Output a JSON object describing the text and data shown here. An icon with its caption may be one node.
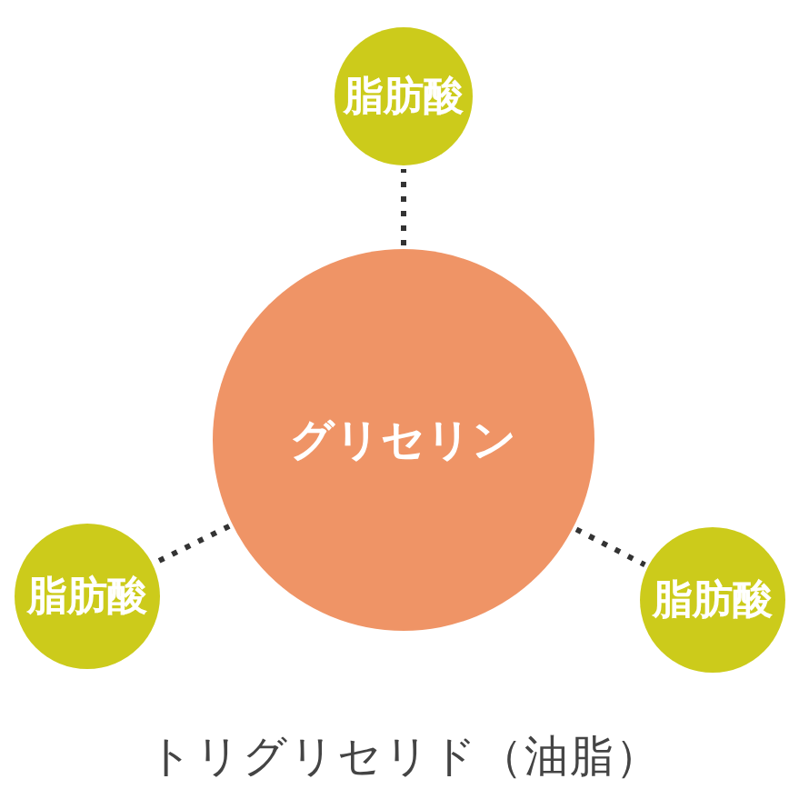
{
  "diagram": {
    "caption": "トリグリセリド（油脂）",
    "nodes": [
      {
        "text": [
          "グリセリン"
        ]
      },
      {
        "text": [
          "脂肪酸"
        ]
      },
      {
        "text": [
          "脂肪酸"
        ]
      },
      {
        "text": [
          "脂肪酸"
        ]
      }
    ],
    "edges": [
      {
        "from": 0,
        "to": 1,
        "arrow": "none",
        "style": "dashed"
      },
      {
        "from": 0,
        "to": 2,
        "arrow": "none",
        "style": "dashed"
      },
      {
        "from": 0,
        "to": 3,
        "arrow": "none",
        "style": "dashed"
      }
    ]
  }
}
